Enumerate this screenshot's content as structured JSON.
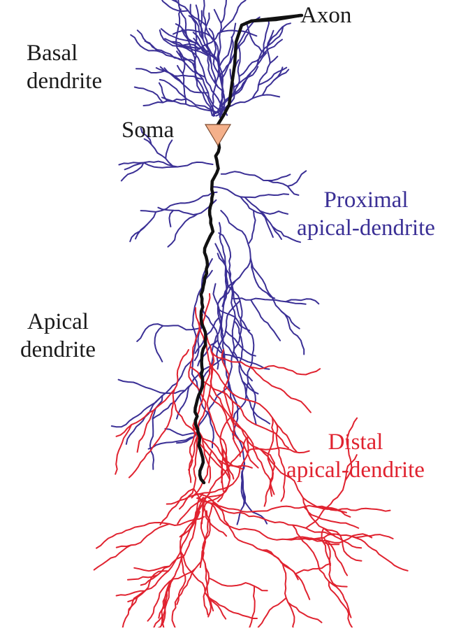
{
  "labels": {
    "basal_line1": "Basal",
    "basal_line2": "dendrite",
    "axon": "Axon",
    "soma": "Soma",
    "proximal_line1": "Proximal",
    "proximal_line2": "apical-dendrite",
    "apical_line1": "Apical",
    "apical_line2": "dendrite",
    "distal_line1": "Distal",
    "distal_line2": "apical-dendrite"
  },
  "colors": {
    "basal_dendrite": "#3a2f95",
    "proximal_apical_dendrite": "#3a2f95",
    "distal_apical_dendrite": "#e0222f",
    "axon_and_trunk": "#111111",
    "soma": "#f4b08a",
    "soma_outline": "#7a4a30",
    "label_text": "#1a1a1a"
  }
}
